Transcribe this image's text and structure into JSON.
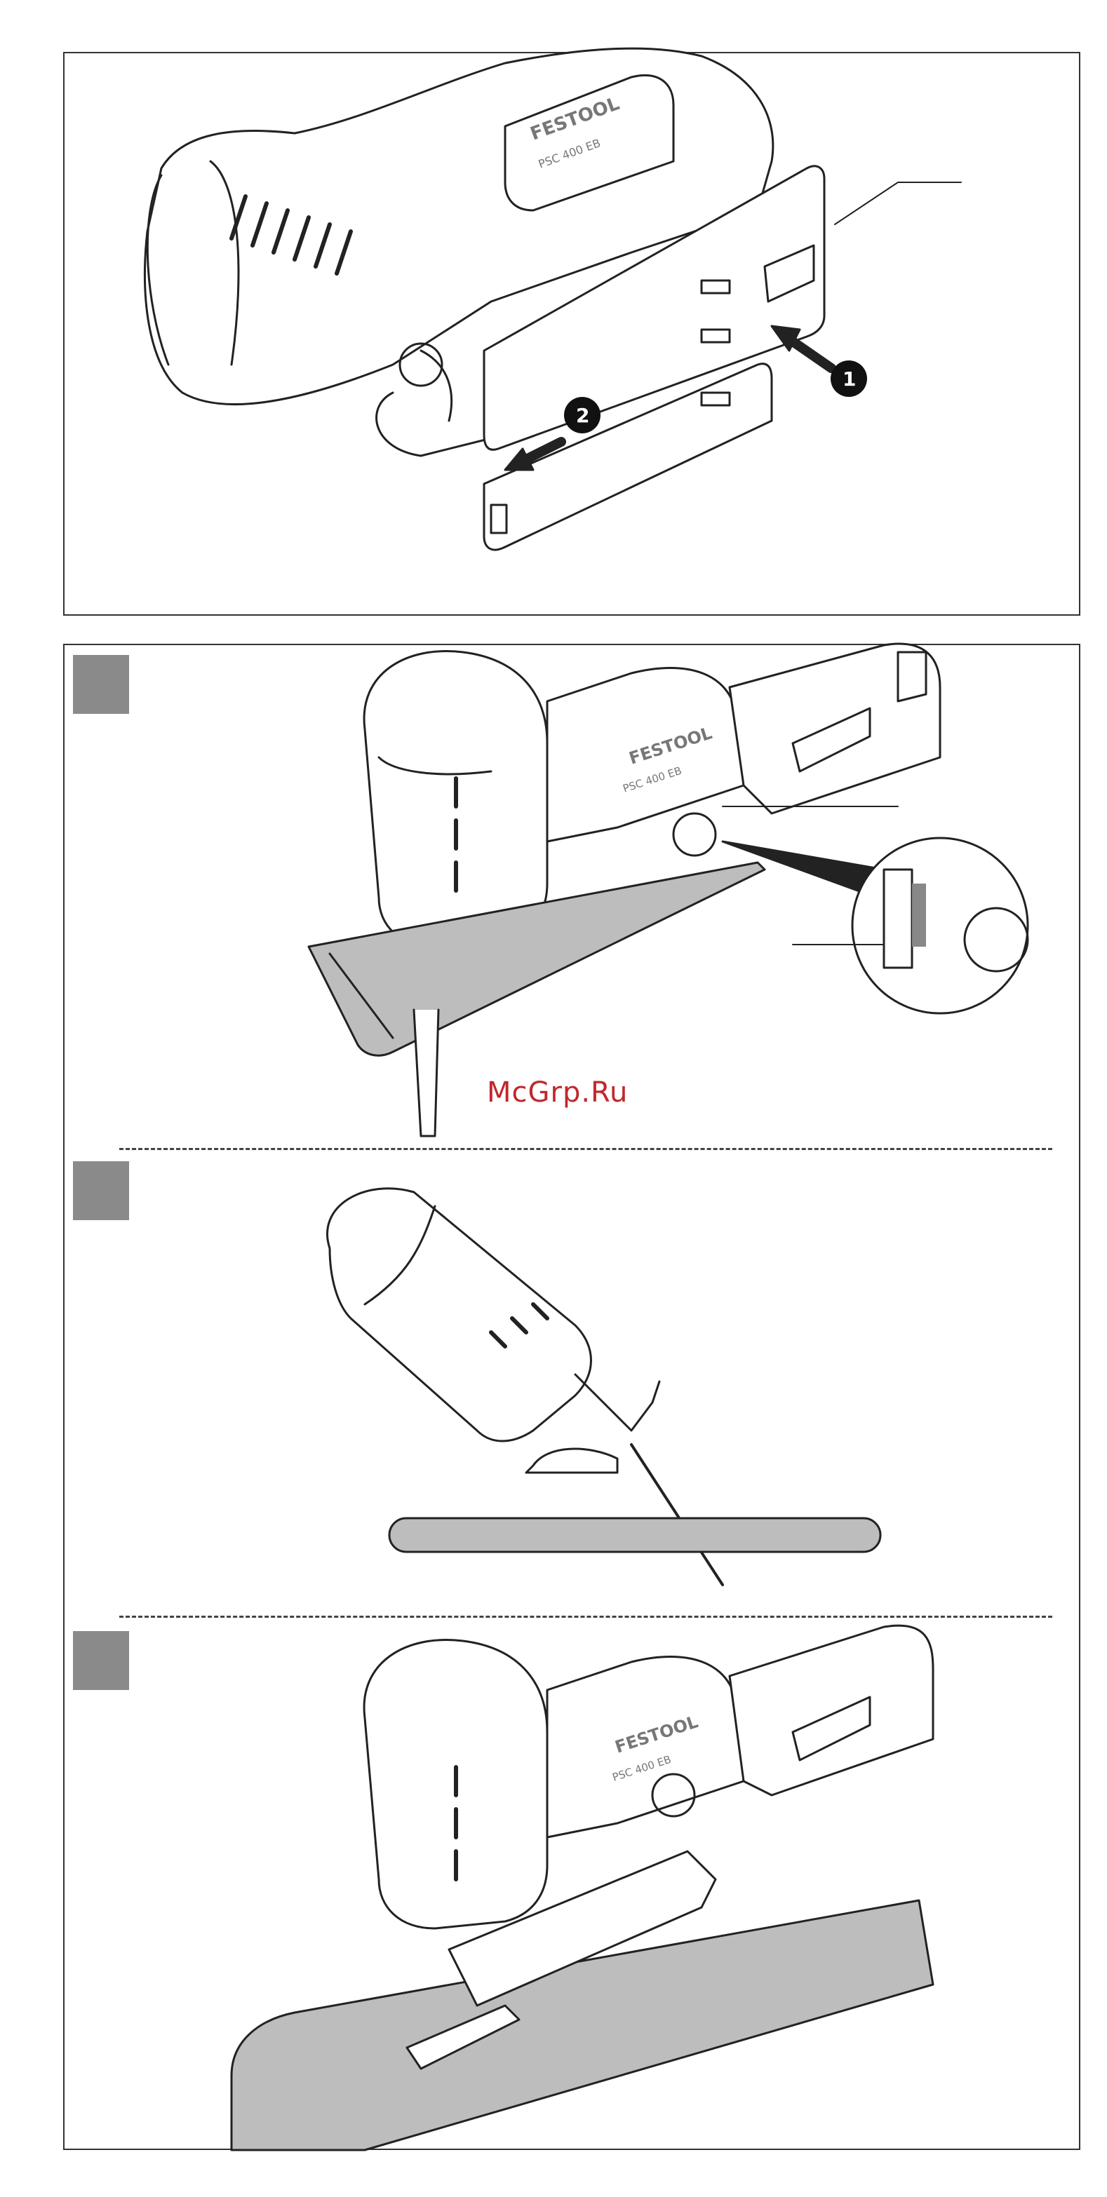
{
  "watermark": "McGrp.Ru",
  "brand": "FESTOOL",
  "model": "PSC 400 EB",
  "callouts": [
    "1",
    "2"
  ],
  "colors": {
    "frame": "#333333",
    "step_box": "#8a8a8a",
    "watermark": "#c1272d",
    "line_art": "#222222",
    "workpiece": "#b5b5b5"
  }
}
